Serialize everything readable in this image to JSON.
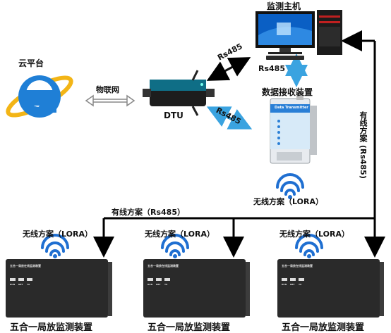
{
  "labels": {
    "cloud": "云平台",
    "iot": "物联网",
    "dtu": "DTU",
    "pc": "监测主机",
    "rs485_a": "Rs485",
    "rs485_b": "Rs485",
    "rs485_c": "Rs485",
    "receiver": "数据接收装置",
    "wired_right": "有线方案 (Rs485)",
    "wired_top": "有线方案（Rs485）",
    "wireless_receiver": "无线方案（LORA）",
    "wireless_1": "无线方案（LORA）",
    "wireless_2": "无线方案（LORA）",
    "wireless_3": "无线方案（LORA）",
    "device_1": "五合一局放监测装置",
    "device_2": "五合一局放监测装置",
    "device_3": "五合一局放监测装置",
    "device_plate": "五合一局放在线监测装置",
    "rcv_plate": "Data Transmitter",
    "led_labels": [
      "RUN",
      "NET",
      "TX"
    ]
  },
  "colors": {
    "ie_blue": "#1f7fd6",
    "ie_ring": "#f3b516",
    "wifi_blue": "#1f6fd1",
    "arrow_blue": "#3aa3e0",
    "box_dark": "#2a2a2a",
    "dtu_teal": "#0f6e86"
  }
}
